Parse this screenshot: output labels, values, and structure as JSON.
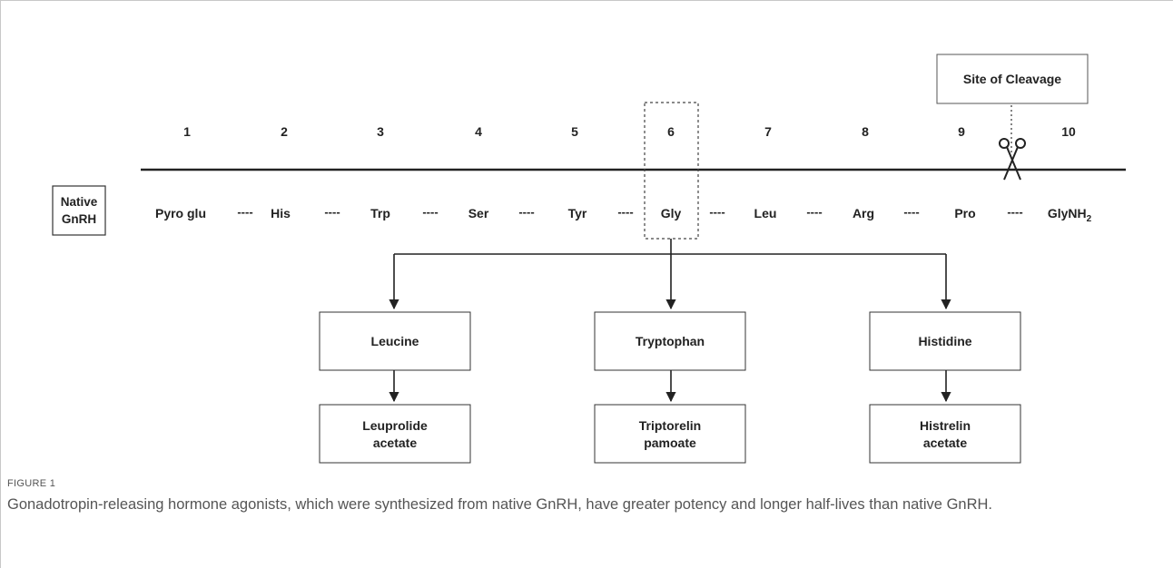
{
  "diagram": {
    "native_label_line1": "Native",
    "native_label_line2": "GnRH",
    "cleavage_label": "Site of Cleavage",
    "positions": [
      "1",
      "2",
      "3",
      "4",
      "5",
      "6",
      "7",
      "8",
      "9",
      "10"
    ],
    "residues": [
      "Pyro glu",
      "His",
      "Trp",
      "Ser",
      "Tyr",
      "Gly",
      "Leu",
      "Arg",
      "Pro",
      "GlyNH"
    ],
    "last_residue_subscript": "2",
    "dash": "----",
    "substitutions": [
      {
        "amino_acid": "Leucine",
        "drug_line1": "Leuprolide",
        "drug_line2": "acetate"
      },
      {
        "amino_acid": "Tryptophan",
        "drug_line1": "Triptorelin",
        "drug_line2": "pamoate"
      },
      {
        "amino_acid": "Histidine",
        "drug_line1": "Histrelin",
        "drug_line2": "acetate"
      }
    ]
  },
  "caption": {
    "label": "FIGURE 1",
    "text": "Gonadotropin-releasing hormone agonists, which were synthesized from native GnRH, have greater potency and longer half-lives than native GnRH."
  }
}
